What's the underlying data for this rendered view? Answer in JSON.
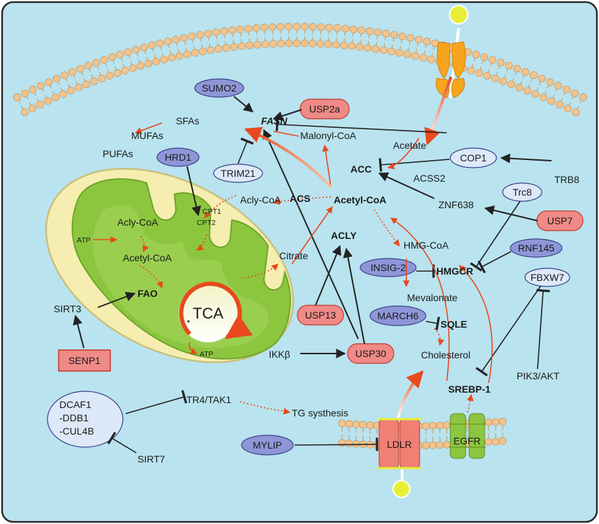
{
  "labels": {
    "sfas": "SFAs",
    "mufas": "MUFAs",
    "pufas": "PUFAs",
    "fasn": "FASN",
    "malonyl_coa": "Malonyl-CoA",
    "acetate": "Acetate",
    "acc": "ACC",
    "acss2": "ACSS2",
    "trb8": "TRB8",
    "acly_coa_outer": "Acly-CoA",
    "acs": "ACS",
    "acetyl_coa": "Acetyl-CoA",
    "znf638": "ZNF638",
    "cpt1": "CPT1",
    "cpt2": "CPT2",
    "acly_coa_inner": "Acly-CoA",
    "atp_top": "ATP",
    "acetyl_coa_inner": "Acetyl-CoA",
    "citrate": "Citrate",
    "acly": "ACLY",
    "hmg_coa": "HMG-CoA",
    "fao": "FAO",
    "sirt3": "SIRT3",
    "tca": "TCA",
    "atp_bottom": "ATP",
    "hmgcr": "HMGCR",
    "mevalonate": "Mevalonate",
    "sqle": "SQLE",
    "ikkb": "IKKβ",
    "cholesterol": "Cholesterol",
    "pik3_akt": "PIK3/AKT",
    "srebp1": "SREBP-1",
    "tr4_tak1": "TR4/TAK1",
    "tg_synthesis": "TG systhesis",
    "sirt7": "SIRT7",
    "ldlr": "LDLR",
    "egfr": "EGFR"
  },
  "regulators": {
    "sumo2": "SUMO2",
    "usp2a": "USP2a",
    "hrd1": "HRD1",
    "trim21": "TRIM21",
    "cop1": "COP1",
    "trc8": "Trc8",
    "usp7": "USP7",
    "rnf145": "RNF145",
    "insig2": "INSIG-2",
    "fbxw7": "FBXW7",
    "usp13": "USP13",
    "march6": "MARCH6",
    "usp30": "USP30",
    "senp1": "SENP1",
    "mylip": "MYLIP"
  },
  "complex": {
    "line1": "DCAF1",
    "line2": "-DDB1",
    "line3": "-CUL4B"
  },
  "colors": {
    "background": "#b9e3ef",
    "border": "#2b2b2b",
    "arrow_black": "#222222",
    "arrow_orange": "#e8491d",
    "pill_blue": "#8f96d8",
    "pill_red": "#f08a87",
    "mito_outer": "#f5eeb0",
    "mito_inner": "#8cc63f",
    "membrane_head": "#f3c38c"
  }
}
